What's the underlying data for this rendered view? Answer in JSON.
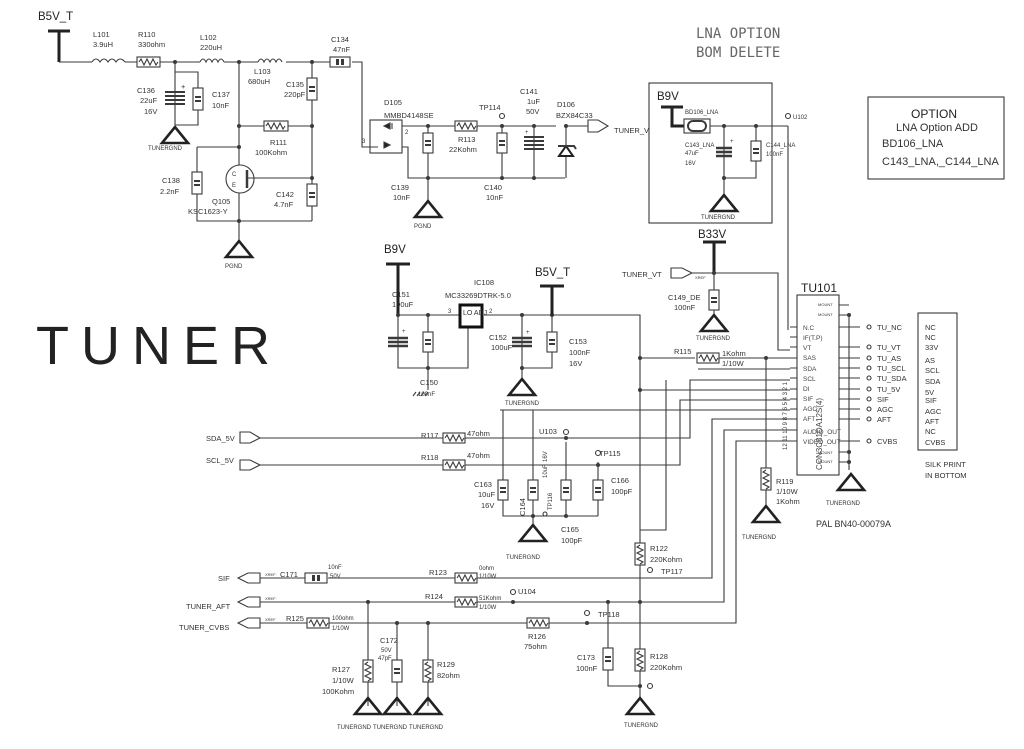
{
  "title": "TUNER",
  "note_lna": [
    "LNA OPTION",
    "BOM DELETE"
  ],
  "option_box": {
    "title": "OPTION",
    "subtitle": "LNA Option ADD",
    "line1": "BD106_LNA",
    "line2": "C143_LNA,_C144_LNA"
  },
  "power": {
    "b5v_t_top": "B5V_T",
    "b9v_lna": "B9V",
    "b33v": "B33V",
    "b9v_reg": "B9V",
    "b5v_t_reg": "B5V_T"
  },
  "ground": {
    "tunergnd": "TUNERGND",
    "pgnd": "PGND"
  },
  "components": {
    "L101": {
      "ref": "L101",
      "value": "3.9uH"
    },
    "R110": {
      "ref": "R110",
      "value": "330ohm"
    },
    "L102": {
      "ref": "L102",
      "value": "220uH"
    },
    "L103": {
      "ref": "L103",
      "value": "680uH"
    },
    "C134": {
      "ref": "C134",
      "value": "47nF"
    },
    "C135": {
      "ref": "C135",
      "value": "220pF"
    },
    "C136": {
      "ref": "C136",
      "value": "22uF",
      "rating": "16V"
    },
    "C137": {
      "ref": "C137",
      "value": "10nF"
    },
    "R111": {
      "ref": "R111",
      "value": "100Kohm"
    },
    "C138": {
      "ref": "C138",
      "value": "2.2nF"
    },
    "Q105": {
      "ref": "Q105",
      "value": "KSC1623-Y"
    },
    "C142": {
      "ref": "C142",
      "value": "4.7nF"
    },
    "D105": {
      "ref": "D105",
      "value": "MMBD4148SE"
    },
    "R113": {
      "ref": "R113",
      "value": "22Kohm"
    },
    "TP114": {
      "ref": "TP114"
    },
    "C141": {
      "ref": "C141",
      "value": "1uF",
      "rating": "50V"
    },
    "D106": {
      "ref": "D106",
      "value": "BZX84C33"
    },
    "C139": {
      "ref": "C139",
      "value": "10nF"
    },
    "C140": {
      "ref": "C140",
      "value": "10nF"
    },
    "BD106": {
      "ref": "BD106_LNA"
    },
    "C143": {
      "ref": "C143_LNA",
      "value": "47uF",
      "rating": "16V"
    },
    "C144": {
      "ref": "C144_LNA",
      "value": "100nF"
    },
    "U102": {
      "ref": "U102"
    },
    "C149": {
      "ref": "C149_DE",
      "value": "100nF"
    },
    "C151": {
      "ref": "C151",
      "value": "100uF"
    },
    "C150": {
      "ref": "C150",
      "value": "100nF"
    },
    "IC108": {
      "ref": "IC108",
      "value": "MC33269DTRK-5.0",
      "body": "LO ADJ",
      "pin3": "3",
      "pin2": "2"
    },
    "C152": {
      "ref": "C152",
      "value": "100uF"
    },
    "C153": {
      "ref": "C153",
      "value": "100nF",
      "rating": "16V"
    },
    "R115": {
      "ref": "R115",
      "value": "1Kohm",
      "rating": "1/10W"
    },
    "R117": {
      "ref": "R117",
      "value": "47ohm"
    },
    "R118": {
      "ref": "R118",
      "value": "47ohm"
    },
    "U103": {
      "ref": "U103"
    },
    "TP115": {
      "ref": "TP115"
    },
    "TP116": {
      "ref": "TP116"
    },
    "C163": {
      "ref": "C163",
      "value": "10uF",
      "rating": "16V"
    },
    "C164": {
      "ref": "C164",
      "value": "10uF",
      "rating": "16V"
    },
    "C165": {
      "ref": "C165",
      "value": "100pF"
    },
    "C166": {
      "ref": "C166",
      "value": "100pF"
    },
    "R119": {
      "ref": "R119",
      "value": "1Kohm",
      "rating": "1/10W"
    },
    "C171": {
      "ref": "C171",
      "value": "10nF",
      "rating": "50V"
    },
    "R123": {
      "ref": "R123",
      "value": "0ohm",
      "rating": "1/10W"
    },
    "R124": {
      "ref": "R124",
      "value": "51Kohm",
      "rating": "1/10W"
    },
    "U104": {
      "ref": "U104"
    },
    "R125": {
      "ref": "R125",
      "value": "100ohm",
      "rating": "1/10W"
    },
    "R126": {
      "ref": "R126",
      "value": "75ohm"
    },
    "TP117": {
      "ref": "TP117"
    },
    "TP118": {
      "ref": "TP118"
    },
    "R122": {
      "ref": "R122",
      "value": "220Kohm"
    },
    "R127": {
      "ref": "R127",
      "value": "100Kohm",
      "rating": "1/10W"
    },
    "C172": {
      "ref": "C172",
      "value": "47pF",
      "rating": "50V"
    },
    "R129": {
      "ref": "R129",
      "value": "82ohm"
    },
    "C173": {
      "ref": "C173",
      "value": "100nF"
    },
    "R128": {
      "ref": "R128",
      "value": "220Kohm"
    }
  },
  "nets": {
    "tuner_vt_out": "TUNER_VT",
    "tuner_vt_in": "TUNER_VT",
    "sda_5v": "SDA_5V",
    "scl_5v": "SCL_5V",
    "sif": "SIF",
    "tuner_aft": "TUNER_AFT",
    "tuner_cvbs": "TUNER_CVBS",
    "xref": "XREF"
  },
  "tuner_module": {
    "ref": "TU101",
    "part": "CON3C81DA12S(4)",
    "bom": "PAL BN40-00079A",
    "pins": [
      "N.C",
      "IF(T.P)",
      "VT",
      "SAS",
      "SDA",
      "SCL",
      "DI",
      "SIF",
      "AGC",
      "AFT",
      "AUDIO_OUT",
      "VIDEO_OUT"
    ],
    "mount": "MOUNT",
    "pin_numbers": "12 11 10 9 8 7 6 5 4 3 2 1",
    "test_points": [
      "TU_NC",
      "TU_VT",
      "TU_AS",
      "TU_SCL",
      "TU_SDA",
      "TU_5V",
      "SIF",
      "AGC",
      "AFT",
      "CVBS"
    ]
  },
  "silk_print": {
    "items": [
      "NC",
      "NC",
      "33V",
      "AS",
      "SCL",
      "SDA",
      "5V",
      "SIF",
      "AGC",
      "AFT",
      "NC",
      "CVBS"
    ],
    "caption": [
      "SILK PRINT",
      "IN BOTTOM"
    ]
  }
}
